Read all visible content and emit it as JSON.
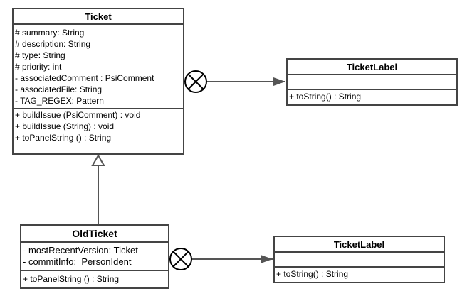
{
  "classes": {
    "ticket": {
      "name": "Ticket",
      "attributes": [
        "# summary: String",
        "# description: String",
        "# type: String",
        "# priority: int",
        "- associatedComment : PsiComment",
        "- associatedFile: String",
        "- TAG_REGEX: Pattern"
      ],
      "operations": [
        "+ buildIssue (PsiComment) : void",
        "+ buildIssue (String) : void",
        "+ toPanelString () : String"
      ]
    },
    "ticket_label_top": {
      "name": "TicketLabel",
      "attributes": [],
      "operations": [
        "+ toString() : String"
      ]
    },
    "old_ticket": {
      "name": "OldTicket",
      "attributes": [
        "- mostRecentVersion: Ticket",
        "- commitInfo:  PersonIdent"
      ],
      "operations": [
        "+ toPanelString () : String"
      ]
    },
    "ticket_label_bottom": {
      "name": "TicketLabel",
      "attributes": [],
      "operations": [
        "+ toString() : String"
      ]
    }
  },
  "relations": [
    {
      "from": "Ticket",
      "to": "TicketLabel",
      "kind": "association",
      "marker": "circle-x-icon"
    },
    {
      "from": "OldTicket",
      "to": "Ticket",
      "kind": "generalization",
      "marker": "hollow-triangle-icon"
    },
    {
      "from": "OldTicket",
      "to": "TicketLabel",
      "kind": "association",
      "marker": "circle-x-icon"
    }
  ]
}
